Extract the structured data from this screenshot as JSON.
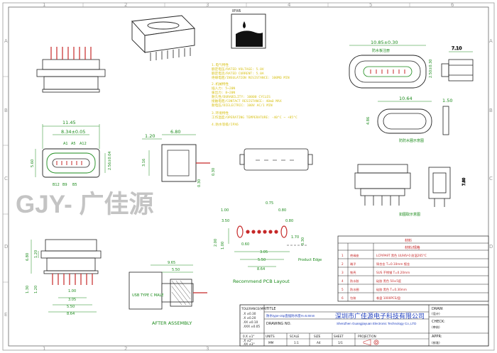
{
  "zone_cols": [
    "1",
    "2",
    "3",
    "4",
    "5",
    "6"
  ],
  "zone_rows": [
    "A",
    "B",
    "C",
    "D",
    "E"
  ],
  "ipx_label": "IPX6",
  "spec_lines": [
    "1.电气特性",
    "  额定电压/RATED VOLTAGE: 5.0V",
    "  额定电流/RATED CURRENT: 5.0A",
    "  绝缘电阻/INSULATION RESISTANCE: 100MΩ MIN",
    "2.机械特性",
    "  插入力: 5~20N",
    "  拔出力: 8~20N",
    "  耐久性/DURABILITY: 10000 CYCLES",
    "  接触电阻/CONTACT RESISTANCE: 40mΩ MAX",
    "      耐电压/DIELECTRIC: 100V AC/1 MIN",
    "3.环境特性",
    "  工作温度/OPERATING TEMPERATURE: -40°C ~ +85°C",
    "4.防水等级/IPX6"
  ],
  "dims": {
    "front_width": "11.45",
    "front_inner": "8.34±0.05",
    "front_height": "2.56±0.04",
    "front_left": "5.60",
    "pin_a1": "A1",
    "pin_a5": "A5",
    "pin_a12": "A12",
    "pin_b12": "B12",
    "pin_b9": "B9",
    "pin_b5": "B5",
    "side_top_a": "1.20",
    "side_top_b": "6.80",
    "side_mid": "3.16",
    "side_right": "0.30",
    "side_bot": "0.30",
    "top_width": "10.85±0.30",
    "top_note": "防水板注册",
    "top_height": "2.50±0.30",
    "right_view_w": "7.10",
    "gasket_w": "10.64",
    "gasket_h": "4.86",
    "gasket_side": "1.50",
    "gasket_note": "防防水圈示意图",
    "pcb_front_h": "7.80",
    "pcb_note": "如图取示意图",
    "fp_075": "0.75",
    "fp_100": "1.00",
    "fp_080a": "0.80",
    "fp_350": "3.50",
    "fp_080b": "0.80",
    "fp_060": "0.60",
    "fp_200": "2.00",
    "fp_100b": "1.00",
    "fp_305": "3.05",
    "fp_550": "5.50",
    "fp_864": "8.64",
    "fp_030": "0.30",
    "fp_170": "1.70",
    "fp_edge": "Product Edge",
    "fp_title": "Recommend PCB Layout",
    "bl_h1": "6.80",
    "bl_h2": "1.20",
    "bl_h3": "1.30",
    "bl_h4": "1.20",
    "bl_100": "1.00",
    "bl_305": "3.05",
    "bl_550": "5.50",
    "bl_864": "8.64",
    "as_965": "9.65",
    "as_550": "5.50",
    "as_usb": "USB TYPE C MALE",
    "as_title": "AFTER ASSEMBLY"
  },
  "watermark": "GJY- 广佳源",
  "material": {
    "header": "材料",
    "col_headers": [
      "",
      "",
      "材料/规格"
    ],
    "rows": [
      [
        "1",
        "绝缘座",
        "LCP/PA9T 黑色 UL94V-0 耐温265°C"
      ],
      [
        "2",
        "端子",
        "铜合金 T=0.10mm 镀金"
      ],
      [
        "3",
        "铁壳",
        "SUS 不锈钢 T=0.20mm"
      ],
      [
        "4",
        "防水胶",
        "硅胶 黑色 50±5度"
      ],
      [
        "5",
        "防水圈",
        "硅胶 黑色 T=0.30mm"
      ],
      [
        "6",
        "包装",
        "卷盘 1000PCS/盘"
      ]
    ]
  },
  "title_block": {
    "tolerance_label": "TOLERANCE(MM)",
    "tol_rows": [
      ".X ±0.30",
      ".X ±0.20",
      ".XX ±0.10",
      ".XXX ±0.05"
    ],
    "tol_angles": [
      "0.X ±1°",
      ".X ±2°",
      ".XX ±3°"
    ],
    "title_label": "TITLE",
    "title_value": "防水type-c6p直插防水座H=6.8mm",
    "drawing_no_label": "DRAWING NO.",
    "company_cn": "深圳市广佳源电子科技有限公司",
    "company_en": "ShenZhen Guangjiayuan Electronic Technology Co.,LTD",
    "units_label": "UNITS",
    "units_value": "MM",
    "scale_label": "SCALE",
    "scale_value": "1:1",
    "size_label": "SIZE",
    "size_value": "A4",
    "sheet_label": "SHEET",
    "sheet_value": "1/1",
    "projection_label": "PROJECTION",
    "draw_label": "DRAW:",
    "draw_cn": "(设计)",
    "check_label": "CHECK:",
    "check_cn": "(审核)",
    "appr_label": "APPR:",
    "appr_cn": "(核准)"
  }
}
